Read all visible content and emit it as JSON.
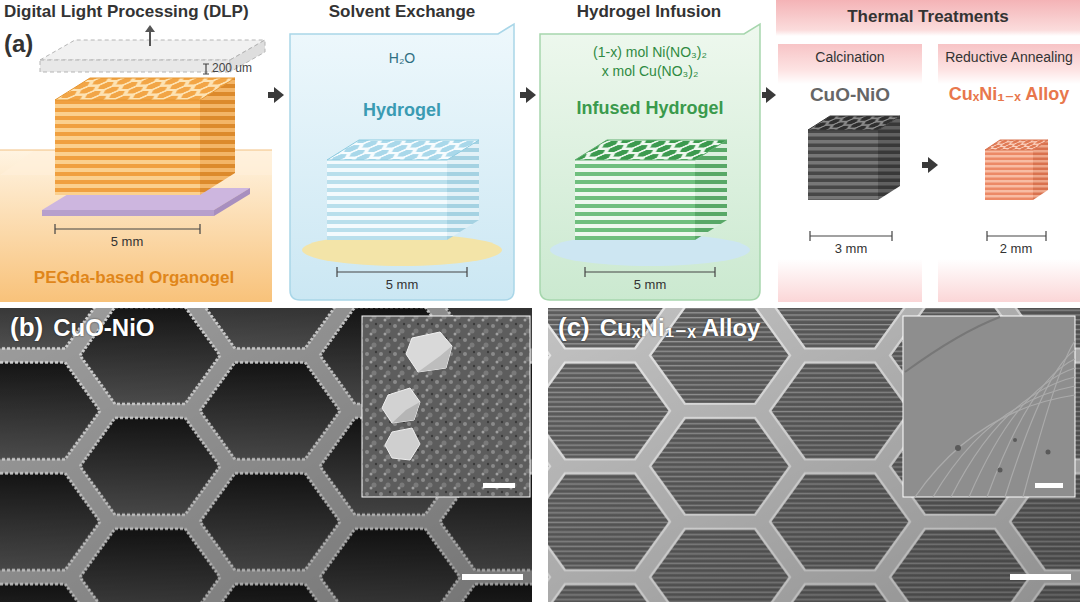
{
  "diagram": {
    "nodes": [
      {
        "text": [
          "Digital Light Processing (DLP)"
        ]
      },
      {
        "text": [
          "Solvent Exchange"
        ]
      },
      {
        "text": [
          "Hydrogel Infusion"
        ]
      },
      {
        "text": [
          "Thermal Treatments"
        ]
      },
      {
        "text": [
          "Calcination"
        ],
        "in": 3
      },
      {
        "text": [
          "Reductive Annealing"
        ],
        "in": 3
      },
      {
        "text": [
          "(b)",
          "CuO-NiO"
        ]
      },
      {
        "text": [
          "(c)",
          "CuₓNi₁₋ₓ Alloy"
        ]
      }
    ],
    "edges": [
      {
        "from": 0,
        "to": 1,
        "arrow": "to"
      },
      {
        "from": 1,
        "to": 2,
        "arrow": "to"
      },
      {
        "from": 2,
        "to": 3,
        "arrow": "to"
      },
      {
        "from": 4,
        "to": 5,
        "arrow": "to"
      }
    ],
    "labels": [
      "(a)",
      "200 um",
      "5 mm",
      "PEGda-based Organogel",
      "H₂O",
      "Hydrogel",
      "5 mm",
      "(1-x) mol Ni(NO₃)₂",
      "x mol Cu(NO₃)₂",
      "Infused Hydrogel",
      "5 mm",
      "CuO-NiO",
      "3 mm",
      "CuₓNi₁₋ₓ Alloy",
      "2 mm"
    ]
  }
}
